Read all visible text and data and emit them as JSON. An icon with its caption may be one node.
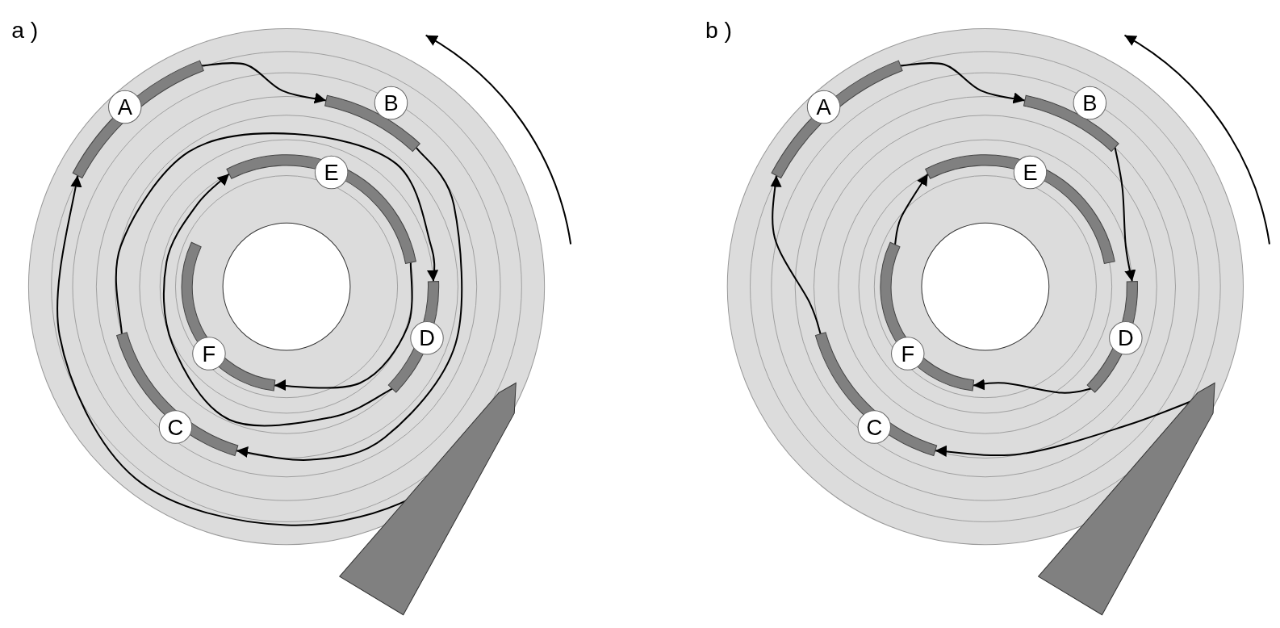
{
  "diagram": {
    "nodes": [
      {
        "text": [
          "A"
        ]
      },
      {
        "text": [
          "B"
        ]
      },
      {
        "text": [
          "C"
        ]
      },
      {
        "text": [
          "D"
        ]
      },
      {
        "text": [
          "E"
        ]
      },
      {
        "text": [
          "F"
        ]
      },
      {
        "text": [],
        "shape": "wedge"
      },
      {
        "text": [
          "A"
        ]
      },
      {
        "text": [
          "B"
        ]
      },
      {
        "text": [
          "C"
        ]
      },
      {
        "text": [
          "D"
        ]
      },
      {
        "text": [
          "E"
        ]
      },
      {
        "text": [
          "F"
        ]
      },
      {
        "text": [],
        "shape": "wedge"
      }
    ],
    "edges": [
      {
        "from": 6,
        "to": 0,
        "arrow": "to"
      },
      {
        "from": 0,
        "to": 1,
        "arrow": "to"
      },
      {
        "from": 1,
        "to": 2,
        "arrow": "to"
      },
      {
        "from": 2,
        "to": 3,
        "arrow": "to"
      },
      {
        "from": 3,
        "to": 4,
        "arrow": "to"
      },
      {
        "from": 4,
        "to": 5,
        "arrow": "to"
      },
      {
        "from": 13,
        "to": 9,
        "arrow": "to"
      },
      {
        "from": 9,
        "to": 7,
        "arrow": "to"
      },
      {
        "from": 7,
        "to": 8,
        "arrow": "to"
      },
      {
        "from": 8,
        "to": 10,
        "arrow": "to"
      },
      {
        "from": 10,
        "to": 12,
        "arrow": "to"
      },
      {
        "from": 12,
        "to": 11,
        "arrow": "to"
      }
    ],
    "labels": [
      "a )",
      "b )"
    ]
  }
}
